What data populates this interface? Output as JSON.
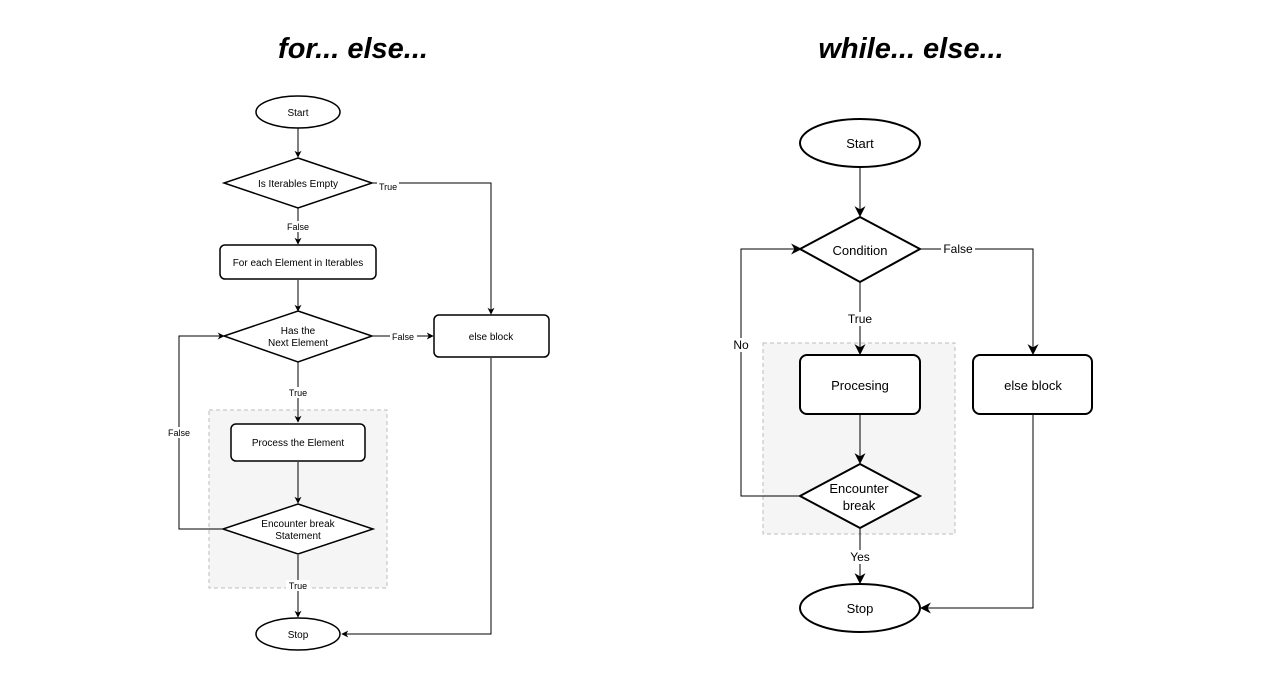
{
  "diagrams": [
    {
      "title": "for... else...",
      "nodes": {
        "start": "Start",
        "is_empty": "Is Iterables Empty",
        "for_each": "For each Element in Iterables",
        "has_next_1": "Has the",
        "has_next_2": "Next Element",
        "else_block": "else block",
        "process": "Process the Element",
        "break_1": "Encounter break",
        "break_2": "Statement",
        "stop": "Stop"
      },
      "edges": {
        "empty_true": "True",
        "empty_false": "False",
        "next_false": "False",
        "next_true": "True",
        "loop_false": "False",
        "break_true": "True"
      }
    },
    {
      "title": "while... else...",
      "nodes": {
        "start": "Start",
        "condition": "Condition",
        "processing": "Procesing",
        "else_block": "else block",
        "break_1": "Encounter",
        "break_2": "break",
        "stop": "Stop"
      },
      "edges": {
        "cond_false": "False",
        "cond_true": "True",
        "loop_no": "No",
        "break_yes": "Yes"
      }
    }
  ]
}
